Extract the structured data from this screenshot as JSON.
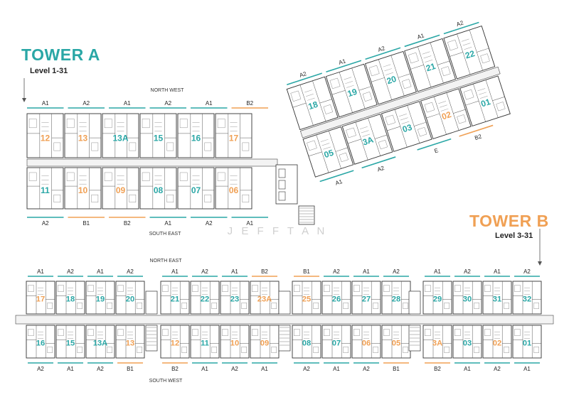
{
  "colors": {
    "teal": "#2aa7a6",
    "orange": "#f0a054",
    "line": "#333333",
    "dim": "#7a7a7a"
  },
  "watermark": "J E F F     T A N",
  "tower_a": {
    "title": "TOWER A",
    "level": "Level 1-31",
    "north_label": "NORTH WEST",
    "south_label": "SOUTH EAST",
    "top_types": [
      "A1",
      "A2",
      "A1",
      "A2",
      "A1",
      "B2"
    ],
    "bottom_types": [
      "A2",
      "B1",
      "B2",
      "A1",
      "A2",
      "A1"
    ],
    "upper_units": [
      "12",
      "13",
      "13A",
      "15",
      "16",
      "17"
    ],
    "lower_units": [
      "11",
      "10",
      "09",
      "08",
      "07",
      "06"
    ],
    "diag_top_types": [
      "A2",
      "A1",
      "A2",
      "A1",
      "A2"
    ],
    "diag_upper_units": [
      "18",
      "19",
      "20",
      "21",
      "22"
    ],
    "diag_lower_units": [
      "05",
      "3A",
      "03",
      "02",
      "01"
    ],
    "diag_bottom_types": [
      "A1",
      "A2",
      "E",
      "B2"
    ]
  },
  "tower_b": {
    "title": "TOWER B",
    "level": "Level 3-31",
    "north_label": "NORTH EAST",
    "south_label": "SOUTH WEST",
    "top_types": [
      "A1",
      "A2",
      "A1",
      "A2",
      "A1",
      "A2",
      "A1",
      "B2",
      "B1",
      "A2",
      "A1",
      "A2",
      "A1",
      "A2",
      "A1",
      "A2"
    ],
    "bottom_types": [
      "A2",
      "A1",
      "A2",
      "B1",
      "B2",
      "A1",
      "A2",
      "A1",
      "A2",
      "A1",
      "A2",
      "B1",
      "B2",
      "A1",
      "A2",
      "A1"
    ],
    "upper_units": [
      "17",
      "18",
      "19",
      "20",
      "21",
      "22",
      "23",
      "23A",
      "25",
      "26",
      "27",
      "28",
      "29",
      "30",
      "31",
      "32"
    ],
    "lower_units": [
      "16",
      "15",
      "13A",
      "13",
      "12",
      "11",
      "10",
      "09",
      "08",
      "07",
      "06",
      "05",
      "3A",
      "03",
      "02",
      "01"
    ]
  }
}
